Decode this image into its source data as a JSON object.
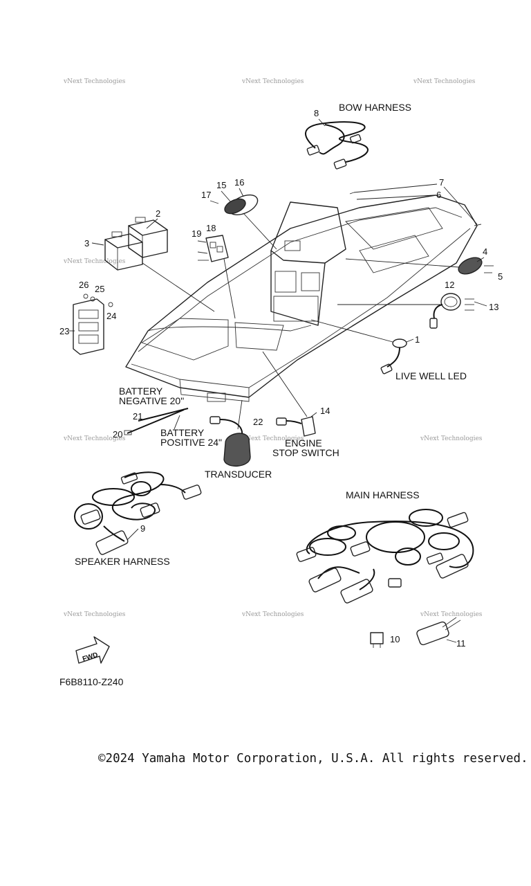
{
  "diagram_code": "F6B8110-Z240",
  "copyright": "©2024 Yamaha Motor Corporation, U.S.A. All rights reserved.",
  "watermark": "vNext Technologies",
  "labels": {
    "bow_harness": "BOW HARNESS",
    "live_well_led": "LIVE WELL LED",
    "battery_negative_1": "BATTERY",
    "battery_negative_2": "NEGATIVE 20\"",
    "battery_positive_1": "BATTERY",
    "battery_positive_2": "POSITIVE 24\"",
    "engine_stop_1": "ENGINE",
    "engine_stop_2": "STOP SWITCH",
    "transducer": "TRANSDUCER",
    "main_harness": "MAIN HARNESS",
    "speaker_harness": "SPEAKER HARNESS",
    "fwd": "FWD"
  },
  "part_numbers": [
    "1",
    "2",
    "3",
    "4",
    "5",
    "6",
    "7",
    "8",
    "9",
    "10",
    "11",
    "12",
    "13",
    "14",
    "15",
    "16",
    "17",
    "18",
    "19",
    "20",
    "21",
    "22",
    "23",
    "24",
    "25",
    "26"
  ]
}
